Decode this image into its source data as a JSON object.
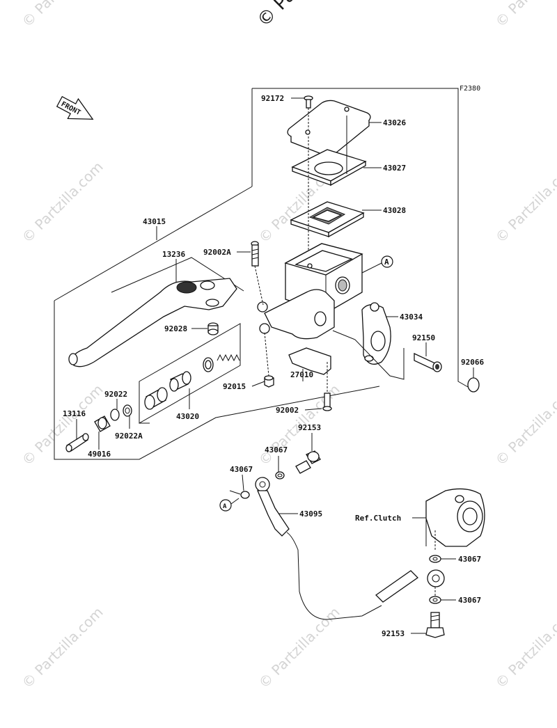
{
  "diagram": {
    "code": "F2380",
    "front_label": "FRONT",
    "watermark": "© Partzilla.com",
    "watermark_top": "© Pa",
    "ref_marker": "A",
    "ref_label": "Ref.Clutch",
    "parts": {
      "p92172": "92172",
      "p43026": "43026",
      "p43027": "43027",
      "p43028": "43028",
      "p43015": "43015",
      "p92002A": "92002A",
      "p13236": "13236",
      "p92028": "92028",
      "p43034": "43034",
      "p92150": "92150",
      "p92066": "92066",
      "p92015": "92015",
      "p27010": "27010",
      "p92002": "92002",
      "p92022": "92022",
      "p43020": "43020",
      "p13116": "13116",
      "p92022A": "92022A",
      "p49016": "49016",
      "p92153_top": "92153",
      "p43067_a": "43067",
      "p43067_b": "43067",
      "p43095": "43095",
      "p43067_c": "43067",
      "p43067_d": "43067",
      "p92153_bottom": "92153"
    }
  }
}
